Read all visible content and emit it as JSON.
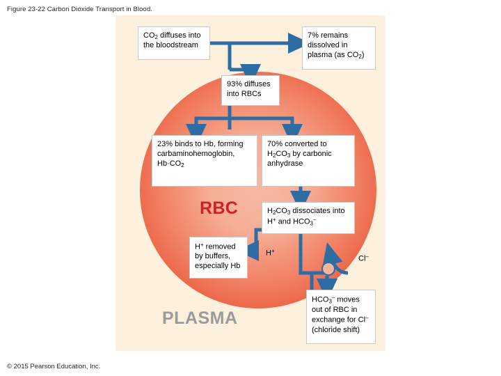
{
  "figure": {
    "title": "Figure 23-22 Carbon Dioxide Transport in Blood.",
    "copyright": "© 2015 Pearson Education, Inc."
  },
  "regions": {
    "rbc_label": "RBC",
    "plasma_label": "PLASMA"
  },
  "boxes": {
    "co2_diffuses": "CO2 diffuses into the bloodstream",
    "dissolved": "7% remains dissolved in plasma (as CO2)",
    "into_rbcs": "93% diffuses into RBCs",
    "binds_hb": "23% binds to Hb, forming carbaminohemoglobin, Hb·CO2",
    "converted": "70% converted to H2CO3 by carbonic anhydrase",
    "dissociates": "H2CO3 dissociates into H+ and HCO3–",
    "h_removed": "H+ removed by buffers, especially Hb",
    "chloride_shift": "HCO3– moves out of RBC in exchange for Cl– (chloride shift)"
  },
  "ion_labels": {
    "hydrogen": "H+",
    "chloride": "Cl–"
  },
  "colors": {
    "arrow_blue": "#2e6da4",
    "rbc_red": "#cf2026",
    "plasma_gray": "#9b9b9b",
    "field_peach": "#fdf0dc",
    "cell_fill": "#ef7a5c"
  }
}
